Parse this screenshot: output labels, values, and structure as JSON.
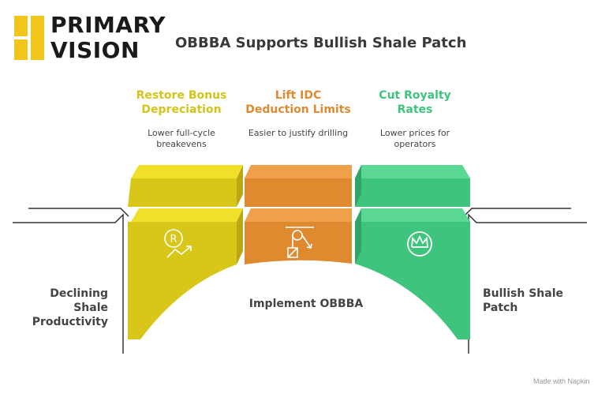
{
  "logo": {
    "line1": "PRIMARY",
    "line2": "VISION"
  },
  "title": "OBBBA Supports Bullish Shale Patch",
  "columns": [
    {
      "heading_l1": "Restore Bonus",
      "heading_l2": "Depreciation",
      "desc_l1": "Lower full-cycle",
      "desc_l2": "breakevens",
      "color": "#d8c719",
      "icon": "r-dollar-up-icon"
    },
    {
      "heading_l1": "Lift IDC",
      "heading_l2": "Deduction Limits",
      "desc_l1": "Easier to justify drilling",
      "desc_l2": "",
      "color": "#e08a2f",
      "icon": "pulley-icon"
    },
    {
      "heading_l1": "Cut Royalty",
      "heading_l2": "Rates",
      "desc_l1": "Lower prices for",
      "desc_l2": "operators",
      "color": "#3fc47d",
      "icon": "crown-icon"
    }
  ],
  "left_label": {
    "l1": "Declining Shale",
    "l2": "Productivity"
  },
  "center_label": "Implement OBBBA",
  "right_label": {
    "l1": "Bullish Shale",
    "l2": "Patch"
  },
  "footer": "Made with Napkin"
}
